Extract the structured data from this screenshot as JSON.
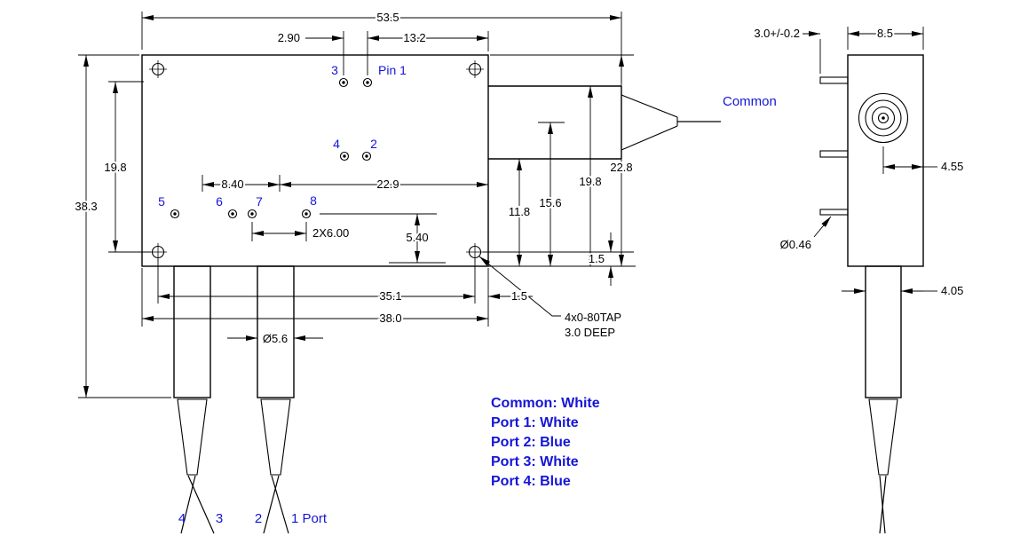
{
  "colors": {
    "label_blue": "#1515d8",
    "line": "#000000",
    "background": "#ffffff"
  },
  "front_view": {
    "dims": {
      "overall_width": "53.5",
      "pin3_to_pin1": "2.90",
      "pin1_to_edge": "13.2",
      "left_height": "19.8",
      "overall_height": "38.3",
      "pair_spacing": "8.40",
      "pins_to_edge": "22.9",
      "pin_pitch": "2X6.00",
      "pins_to_bottom": "5.40",
      "ferrule_bottom": "11.8",
      "ferrule_center": "15.6",
      "ferrule_top": "19.8",
      "body_height": "22.8",
      "hole_to_bottom_edge": "1.5",
      "hole_span": "35.1",
      "body_width": "38.0",
      "boot_dia": "Ø5.6",
      "hole_to_right_edge": "1.5",
      "tap_note_line1": "4x0-80TAP",
      "tap_note_line2": "3.0 DEEP"
    },
    "pins": {
      "pin1": "Pin 1",
      "p2": "2",
      "p3": "3",
      "p4": "4",
      "p5": "5",
      "p6": "6",
      "p7": "7",
      "p8": "8"
    },
    "common_label": "Common",
    "ports": {
      "p4": "4",
      "p3": "3",
      "p2": "2",
      "p1": "1 Port"
    }
  },
  "side_view": {
    "dims": {
      "pin_length": "3.0+/-0.2",
      "body_depth": "8.5",
      "center_to_edge": "4.55",
      "pin_dia": "Ø0.46",
      "boot_dia": "4.05"
    }
  },
  "legend": {
    "lines": [
      "Common: White",
      "Port 1: White",
      "Port 2: Blue",
      "Port 3: White",
      "Port 4: Blue"
    ]
  }
}
